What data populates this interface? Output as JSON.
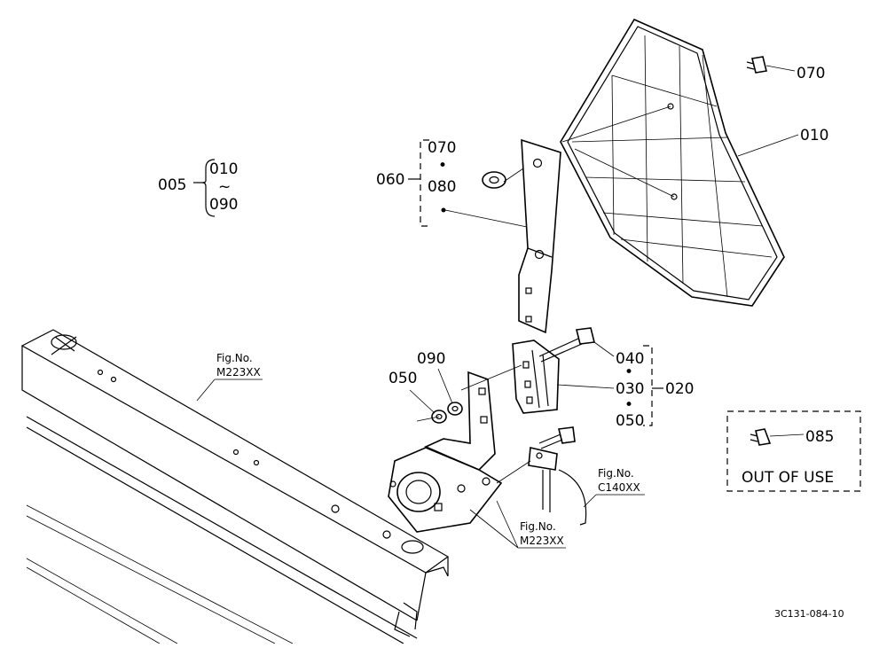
{
  "callouts": {
    "p005": "005",
    "p010_range": "010",
    "tilde": "~",
    "p090_range": "090",
    "p060": "060",
    "p070_set": "070",
    "p080_set": "080",
    "p070": "070",
    "p010": "010",
    "p040": "040",
    "p030": "030",
    "p020": "020",
    "p050_set": "050",
    "p090": "090",
    "p050": "050",
    "p085": "085",
    "dot": "•"
  },
  "refs": {
    "fig_no": "Fig.No.",
    "m223_a": "M223XX",
    "m223_b": "M223XX",
    "c140": "C140XX"
  },
  "out_of_use": "OUT OF USE",
  "drawing_code": "3C131-084-10"
}
